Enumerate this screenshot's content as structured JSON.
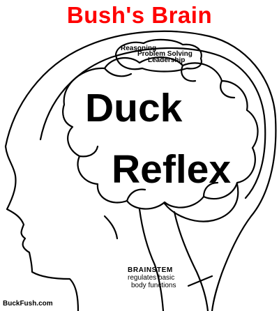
{
  "title": "Bush's Brain",
  "cortex_labels": {
    "reasoning": "Reasoning",
    "problem_solving": "Problem Solving",
    "leadership": "Leadership"
  },
  "main_labels": {
    "line1": "Duck",
    "line2": "Reflex"
  },
  "brainstem": {
    "heading": "BRAINSTEM",
    "line1": "regulates basic",
    "line2": "body functions"
  },
  "credit": "BuckFush.com",
  "colors": {
    "title": "#ff0000",
    "ink": "#000000",
    "background": "#ffffff"
  }
}
